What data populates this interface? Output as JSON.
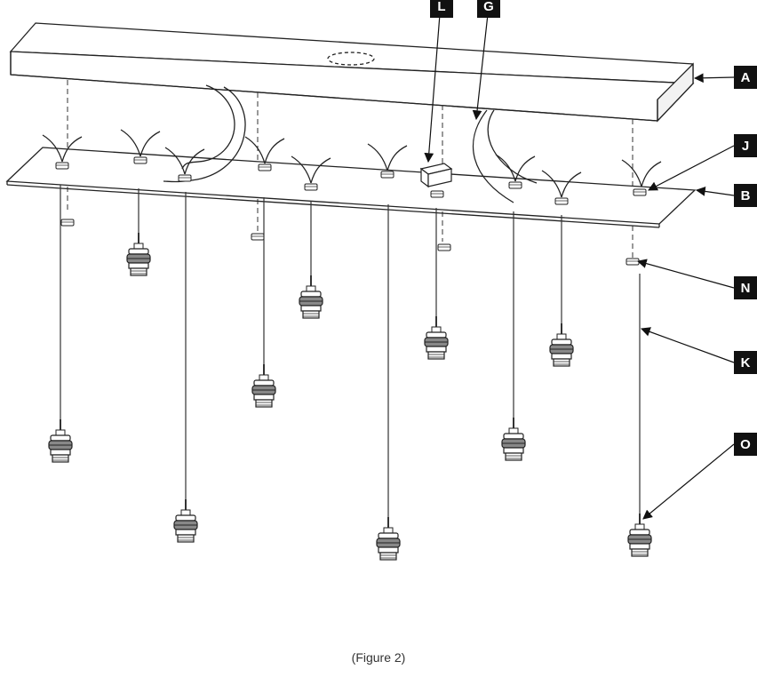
{
  "callouts": {
    "A": "A",
    "B": "B",
    "J": "J",
    "N": "N",
    "K": "K",
    "O": "O",
    "L": "L",
    "G": "G"
  },
  "caption": "(Figure 2)",
  "colors": {
    "line": "#222222",
    "callout_bg": "#111111",
    "callout_text": "#ffffff"
  }
}
